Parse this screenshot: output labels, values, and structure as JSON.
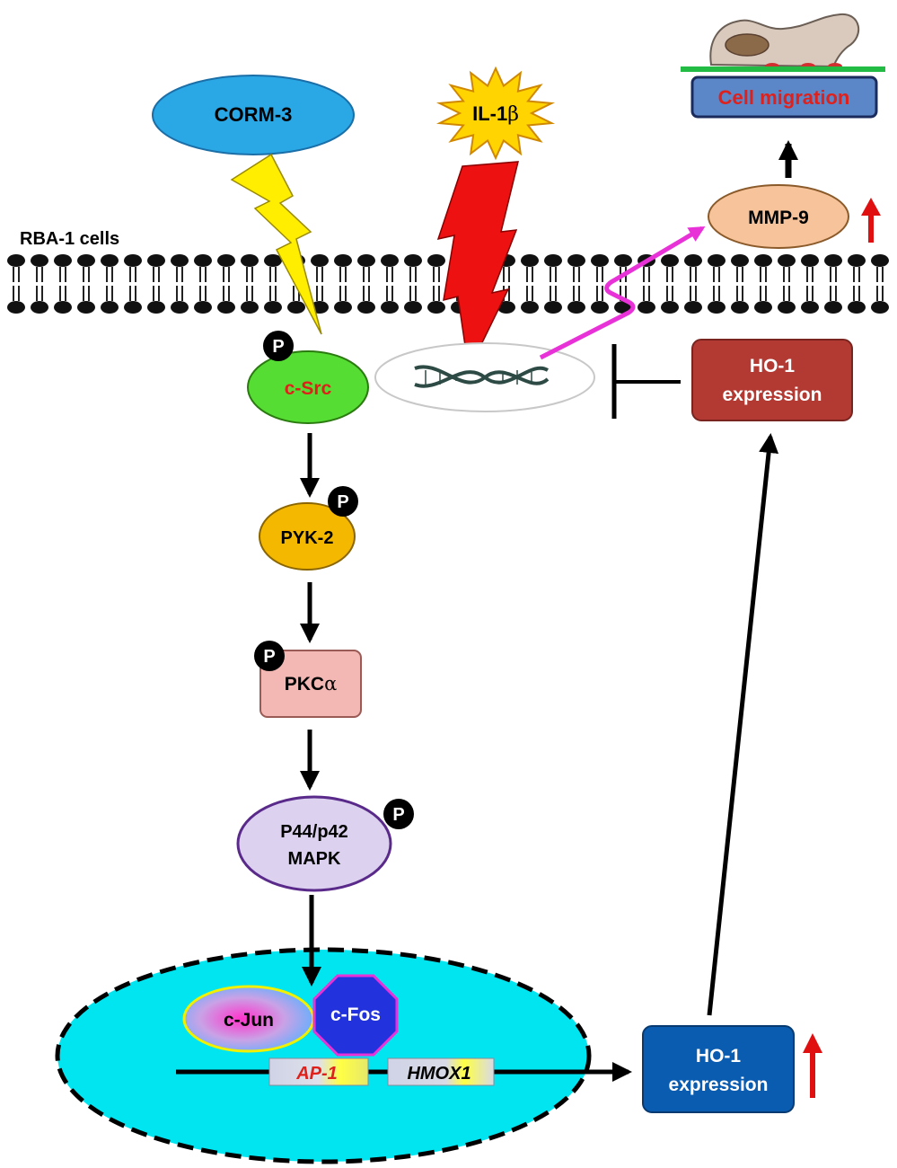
{
  "cell_label": "RBA-1 cells",
  "nodes": {
    "corm3": "CORM-3",
    "il1b_prefix": "IL-1",
    "il1b_suffix": "β",
    "csrc": "c-Src",
    "pyk2": "PYK-2",
    "pkca_prefix": "PKC",
    "pkca_suffix": "α",
    "mapk_line1": "P44/p42",
    "mapk_line2": "MAPK",
    "cjun": "c-Jun",
    "cfos": "c-Fos",
    "ap1": "AP-1",
    "hmox1": "HMOX1",
    "ho1_bottom_line1": "HO-1",
    "ho1_bottom_line2": "expression",
    "ho1_top_line1": "HO-1",
    "ho1_top_line2": "expression",
    "mmp9": "MMP-9",
    "cell_migration": "Cell migration"
  },
  "phospho_label": "P",
  "colors": {
    "corm3": "#2aa8e6",
    "il1b": "#ffd400",
    "csrc": "#55dd33",
    "csrc_text": "#e0201b",
    "pyk2": "#f5b800",
    "pkca": "#f3b8b4",
    "mapk": "#dcd2f0",
    "nucleus": "#00e5f0",
    "cfos": "#2233dd",
    "ho1_bottom": "#0a5cb0",
    "ho1_top": "#b23a33",
    "mmp9": "#f6c39a",
    "migration_box": "#5b86c8",
    "migration_text": "#e0201b",
    "up_arrow": "#e01010",
    "magenta_arrow": "#e832d8",
    "bolt_yellow": "#ffee00",
    "bolt_red": "#ee1111"
  }
}
